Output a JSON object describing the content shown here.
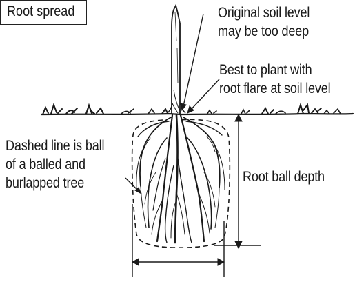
{
  "labels": {
    "original_soil": [
      "Original soil level",
      "may be too deep"
    ],
    "best_plant": [
      "Best to plant with",
      "root flare at soil level"
    ],
    "dashed_line": [
      "Dashed line is ball",
      "of a balled and",
      "burlapped tree"
    ],
    "root_ball_depth": "Root ball depth",
    "root_spread": "Root spread"
  },
  "colors": {
    "ink": "#1a1a1a",
    "background": "#ffffff"
  }
}
